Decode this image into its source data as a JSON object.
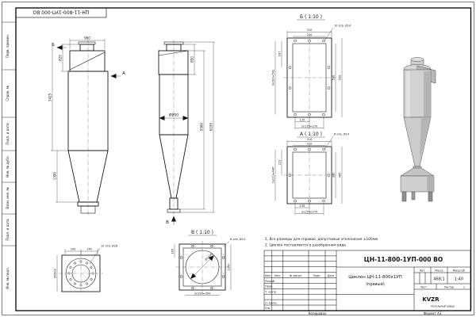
{
  "sheet": {
    "stamp_rotated": "ЦН-11-800-1УП-000 ВО",
    "margin_labels": [
      "Перв. примен.",
      "Справ. №",
      "Подп. и дата",
      "Инв. № дубл.",
      "Взам. инв. №",
      "Подп. и дата",
      "Инв. № подл."
    ],
    "footer": {
      "copied": "Копировал",
      "format": "Формат А3"
    }
  },
  "views": {
    "front": {
      "arrow_b": "Б",
      "arrow_a": "А",
      "dim_width": "960",
      "dim_inlet_h": "825",
      "dim_body_h": "3425",
      "dim_cone_h": "1390"
    },
    "side": {
      "dim_top_h": "850",
      "dim_diameter": "Ø800",
      "dim_mid_h": "5560",
      "dim_total_h": "6195",
      "arrow_v": "В"
    },
    "section_b": {
      "title": "Б ( 1:10 )",
      "holes_note": "10 отв. Ø14",
      "dim_outer_w": "310",
      "dim_inner_w": "210",
      "dim_hole_step_v": "197",
      "dim_hole_total_v": "3х197=591",
      "dim_inner_h": "530",
      "dim_outer_h": "630",
      "dim_hole_step_h": "135",
      "dim_hole_total_h": "2х135=270"
    },
    "section_a": {
      "title": "А ( 1:10 )",
      "holes_note": "8 отв. Ø14",
      "dim_outer_w": "310",
      "dim_inner_w": "210",
      "dim_hole_step_v": "223",
      "dim_hole_total_v": "2х223=446",
      "dim_inner_h": "395",
      "dim_outer_h": "485",
      "dim_hole_step_h": "135",
      "dim_hole_total_h": "2х135=270"
    },
    "view_v": {
      "title": "В ( 1:10 )",
      "holes_note": "8 отв. Ø14",
      "dim_circle": "Ø1250",
      "dim_side": "1250",
      "dim_edge": "150",
      "dim_hole_total": "2х150=300"
    },
    "flange": {
      "holes_note": "12 отв. Ø18",
      "dim_a": "200",
      "dim_b": "140",
      "dim_circle": "Ø1600"
    }
  },
  "notes": {
    "line1": "1. Все размеры для справок, допустимые отклонения ±100мм.",
    "line2": "2. Циклон поставляется в разобранном виде."
  },
  "title_block": {
    "doc_number": "ЦН-11-800-1УП-000 ВО",
    "product_name": "Циклон ЦН-11-800х1УП",
    "product_variant": "(правый)",
    "headers": {
      "izm": "Изм.",
      "list": "Лист",
      "doc": "№ докум.",
      "podp": "Подп.",
      "data": "Дата"
    },
    "rows": {
      "razrab": "Разраб.",
      "prov": "Пров.",
      "tkontr": "Т. контр.",
      "nkontr": "Н. контр.",
      "utv": "Утв."
    },
    "lit_label": "Лит.",
    "mass_label": "Масса",
    "scale_label": "Масштаб",
    "mass_value": "468,1",
    "scale_value": "1:40",
    "sheet_label": "Лист",
    "sheets_label": "Листов",
    "sheets_value": "1",
    "org_logo": "KVZR",
    "org_name": "Котельный завод"
  }
}
